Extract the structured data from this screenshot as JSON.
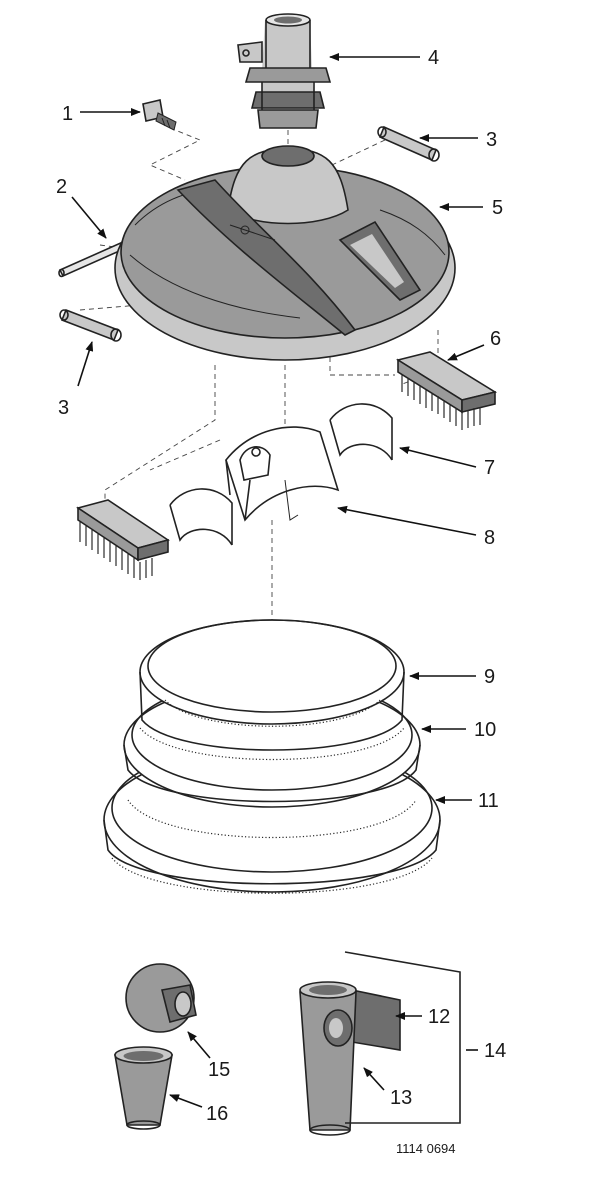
{
  "drawing_code": "1114 0694",
  "labels": [
    {
      "id": "1",
      "text": "1"
    },
    {
      "id": "2",
      "text": "2"
    },
    {
      "id": "3a",
      "text": "3"
    },
    {
      "id": "3b",
      "text": "3"
    },
    {
      "id": "4",
      "text": "4"
    },
    {
      "id": "5",
      "text": "5"
    },
    {
      "id": "6",
      "text": "6"
    },
    {
      "id": "7",
      "text": "7"
    },
    {
      "id": "8",
      "text": "8"
    },
    {
      "id": "9",
      "text": "9"
    },
    {
      "id": "10",
      "text": "10"
    },
    {
      "id": "11",
      "text": "11"
    },
    {
      "id": "12",
      "text": "12"
    },
    {
      "id": "13",
      "text": "13"
    },
    {
      "id": "14",
      "text": "14"
    },
    {
      "id": "15",
      "text": "15"
    },
    {
      "id": "16",
      "text": "16"
    }
  ],
  "colors": {
    "ink": "#222222",
    "body_gray": "#9a9a9a",
    "dark_gray": "#6e6e6e",
    "light_gray": "#c8c8c8"
  }
}
